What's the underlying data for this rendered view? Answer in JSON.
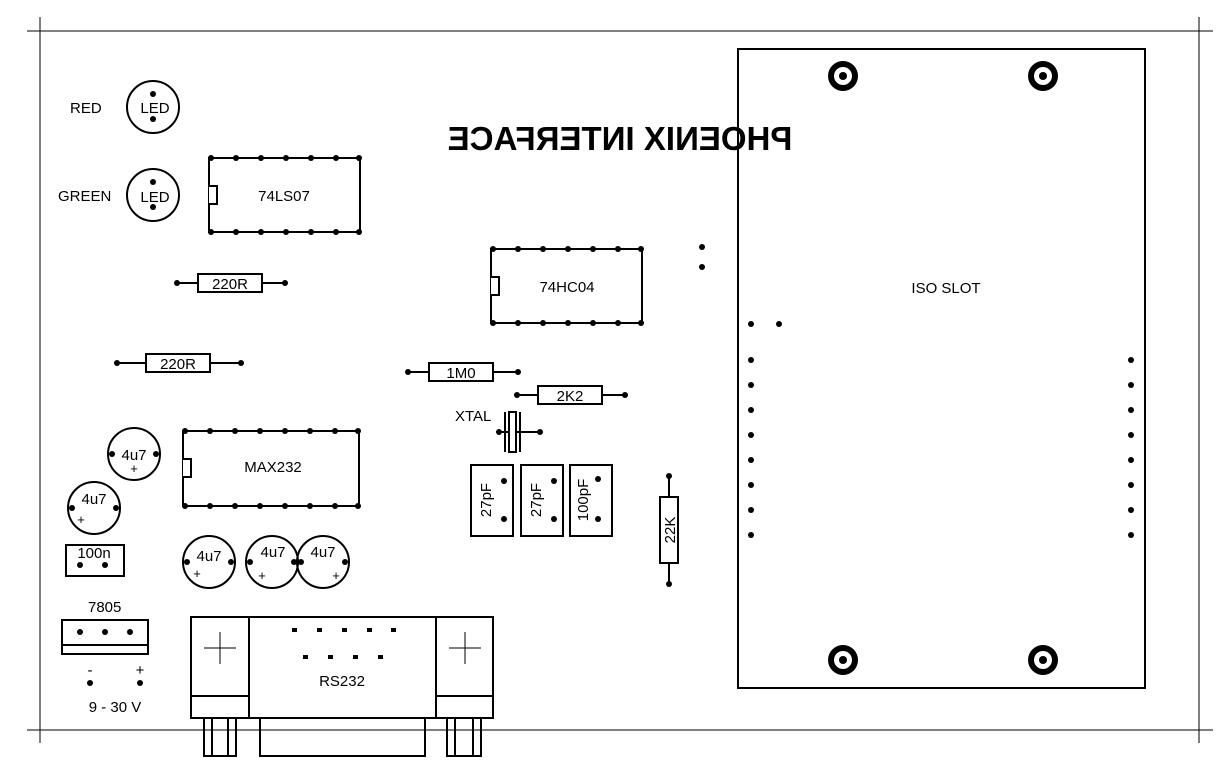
{
  "title": "PHOENIX  INTERFACE",
  "iso_slot": "ISO SLOT",
  "leds": {
    "red": "RED",
    "green": "GREEN",
    "led": "LED"
  },
  "ics": {
    "ls07": "74LS07",
    "hc04": "74HC04",
    "max232": "MAX232"
  },
  "resistors": {
    "r220a": "220R",
    "r220b": "220R",
    "r1m0": "1M0",
    "r2k2": "2K2",
    "r22k": "22K"
  },
  "crystal": "XTAL",
  "caps": {
    "c27a": "27pF",
    "c27b": "27pF",
    "c100p": "100pF",
    "e1": "4u7",
    "e2": "4u7",
    "e3": "4u7",
    "e4": "4u7",
    "e5": "4u7",
    "c100n": "100n",
    "plus": "+"
  },
  "regulator": "7805",
  "power": {
    "minus": "-",
    "plus": "+",
    "range": "9 - 30 V"
  },
  "connector": "RS232"
}
